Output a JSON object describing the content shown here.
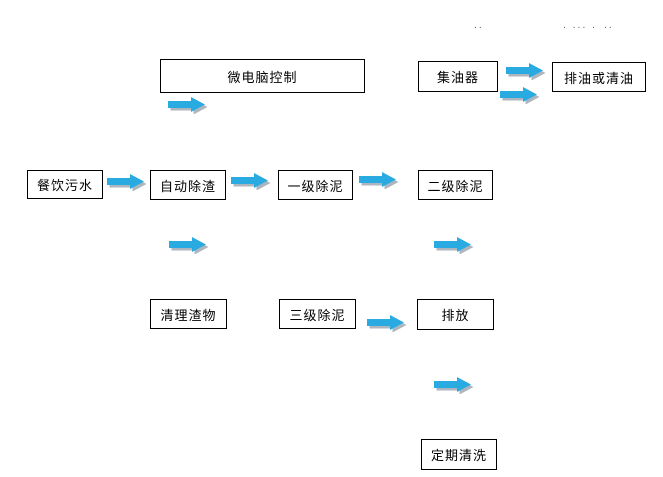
{
  "flowchart": {
    "nodes": [
      {
        "id": "microcomputer-control",
        "label": "微电脑控制"
      },
      {
        "id": "oil-collector",
        "label": "集油器"
      },
      {
        "id": "drain-or-clean-oil",
        "label": "排油或清油"
      },
      {
        "id": "catering-wastewater",
        "label": "餐饮污水"
      },
      {
        "id": "auto-deslagging",
        "label": "自动除渣"
      },
      {
        "id": "primary-desludging",
        "label": "一级除泥"
      },
      {
        "id": "secondary-desludging",
        "label": "二级除泥"
      },
      {
        "id": "clear-residue",
        "label": "清理渣物"
      },
      {
        "id": "tertiary-desludging",
        "label": "三级除泥"
      },
      {
        "id": "discharge",
        "label": "排放"
      },
      {
        "id": "periodic-cleaning",
        "label": "定期清洗"
      }
    ],
    "artifacts": {
      "dots_left": "..",
      "dots_mid": ". ... .",
      "dots_right": ".."
    },
    "colors": {
      "arrow_fill": "#29ABE2",
      "arrow_shadow": "#98A2AE",
      "box_border": "#000000",
      "background": "#FFFFFF"
    }
  }
}
